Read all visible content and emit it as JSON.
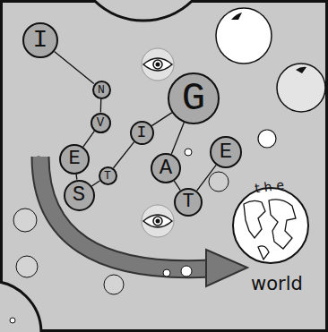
{
  "diagram": {
    "nodes": [
      {
        "text": [
          "I"
        ]
      },
      {
        "text": [
          "N"
        ]
      },
      {
        "text": [
          "V"
        ]
      },
      {
        "text": [
          "E"
        ]
      },
      {
        "text": [
          "S"
        ]
      },
      {
        "text": [
          "T"
        ]
      },
      {
        "text": [
          "I"
        ]
      },
      {
        "text": [
          "G"
        ]
      },
      {
        "text": [
          "A"
        ]
      },
      {
        "text": [
          "T"
        ]
      },
      {
        "text": [
          "E"
        ]
      }
    ],
    "edges": [
      {
        "from": 0,
        "to": 1,
        "arrow": "none"
      },
      {
        "from": 1,
        "to": 2,
        "arrow": "none"
      },
      {
        "from": 2,
        "to": 3,
        "arrow": "none"
      },
      {
        "from": 3,
        "to": 4,
        "arrow": "none"
      },
      {
        "from": 4,
        "to": 5,
        "arrow": "none"
      },
      {
        "from": 5,
        "to": 6,
        "arrow": "none"
      },
      {
        "from": 6,
        "to": 7,
        "arrow": "none"
      },
      {
        "from": 7,
        "to": 8,
        "arrow": "none"
      },
      {
        "from": 8,
        "to": 9,
        "arrow": "none"
      },
      {
        "from": 9,
        "to": 10,
        "arrow": "none"
      }
    ],
    "labels": [
      "the",
      "world"
    ]
  }
}
